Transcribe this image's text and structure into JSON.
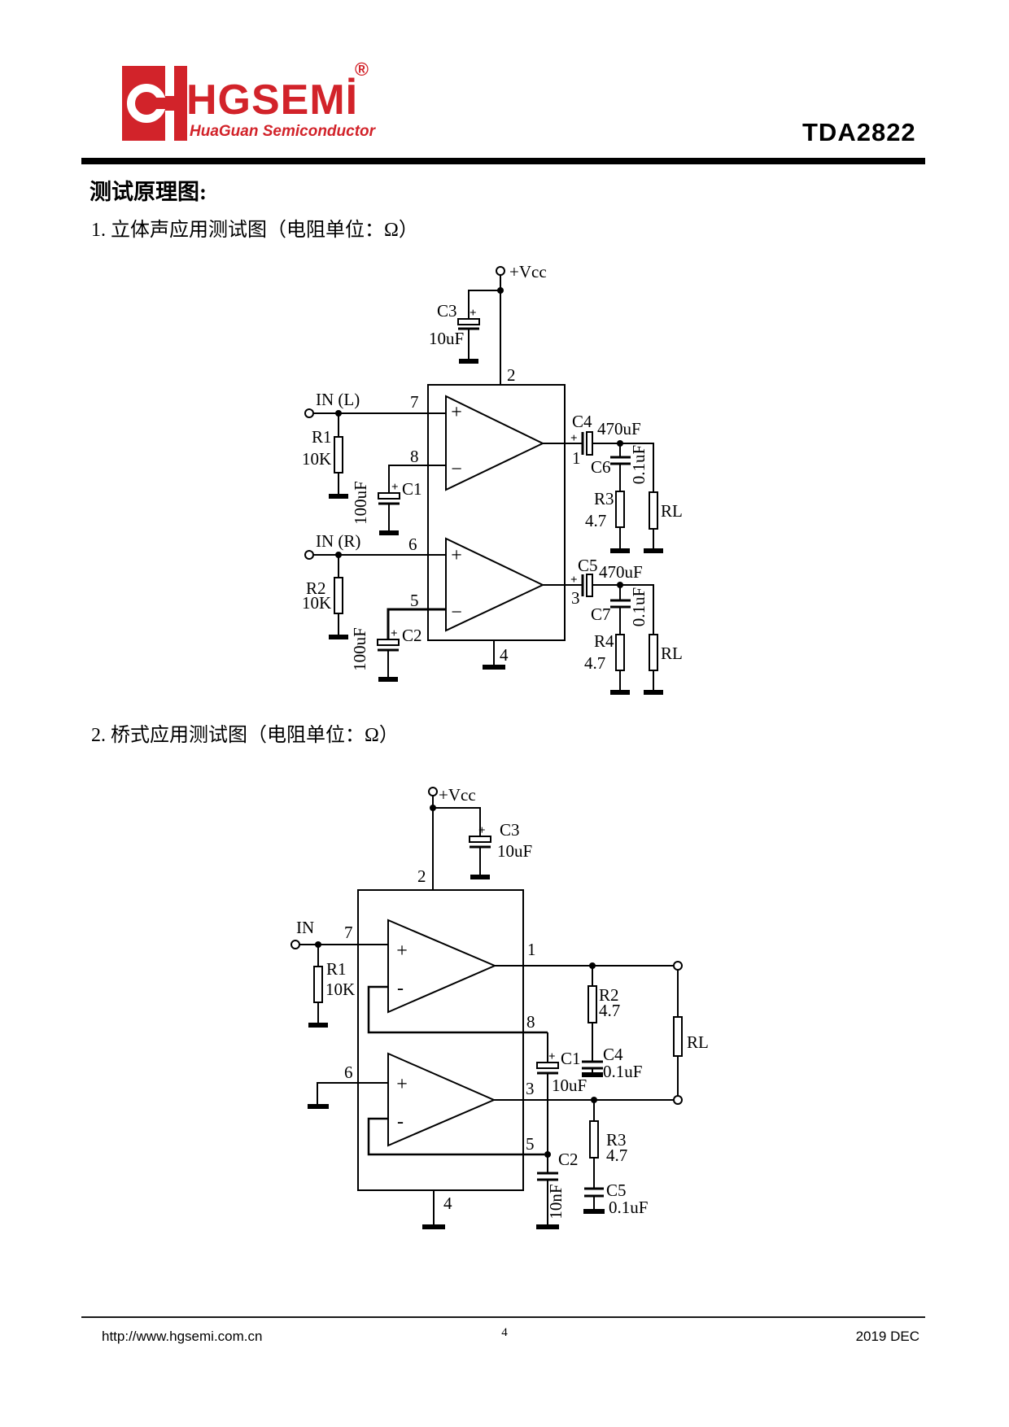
{
  "header": {
    "brand": "HGSEMİ",
    "registered": "®",
    "tagline": "HuaGuan Semiconductor",
    "part_number": "TDA2822",
    "brand_color": "#d2232a"
  },
  "content": {
    "section_title": "测试原理图:",
    "item1": "1.  立体声应用测试图（电阻单位：Ω）",
    "item2": "2.  桥式应用测试图（电阻单位：Ω）"
  },
  "circuit1": {
    "labels": {
      "vcc": "+Vcc",
      "pin2": "2",
      "c3": "C3",
      "c3_val": "10uF",
      "in_l": "IN (L)",
      "r1": "R1",
      "r1_val": "10K",
      "pin7": "7",
      "pin8": "8",
      "c1": "C1",
      "c1_val": "100uF",
      "in_r": "IN (R)",
      "r2": "R2",
      "r2_val": "10K",
      "pin6": "6",
      "pin5": "5",
      "c2": "C2",
      "c2_val": "100uF",
      "pin4": "4",
      "pin1": "1",
      "c4": "C4",
      "c4_val": "470uF",
      "c6": "C6",
      "c6_val": "0.1uF",
      "r3": "R3",
      "r3_val": "4.7",
      "rl_top": "RL",
      "pin3": "3",
      "c5": "C5",
      "c5_val": "470uF",
      "c7": "C7",
      "c7_val": "0.1uF",
      "r4": "R4",
      "r4_val": "4.7",
      "rl_bottom": "RL",
      "plus": "+",
      "minus": "−",
      "cap_plus": "+"
    }
  },
  "circuit2": {
    "labels": {
      "vcc": "+Vcc",
      "c3": "C3",
      "c3_val": "10uF",
      "pin2": "2",
      "in": "IN",
      "pin7": "7",
      "r1": "R1",
      "r1_val": "10K",
      "pin1": "1",
      "pin8": "8",
      "pin6": "6",
      "c1": "C1",
      "c1_val": "10uF",
      "pin3": "3",
      "pin5": "5",
      "c2": "C2",
      "c2_val": "10nF",
      "r2": "R2",
      "r2_val": "4.7",
      "c4": "C4",
      "c4_val": "0.1uF",
      "rl": "RL",
      "r3": "R3",
      "r3_val": "4.7",
      "c5": "C5",
      "c5_val": "0.1uF",
      "pin4": "4",
      "plus": "+",
      "minus": "-",
      "cap_plus": "+"
    }
  },
  "footer": {
    "url": "http://www.hgsemi.com.cn",
    "page": "4",
    "date": "2019 DEC"
  }
}
